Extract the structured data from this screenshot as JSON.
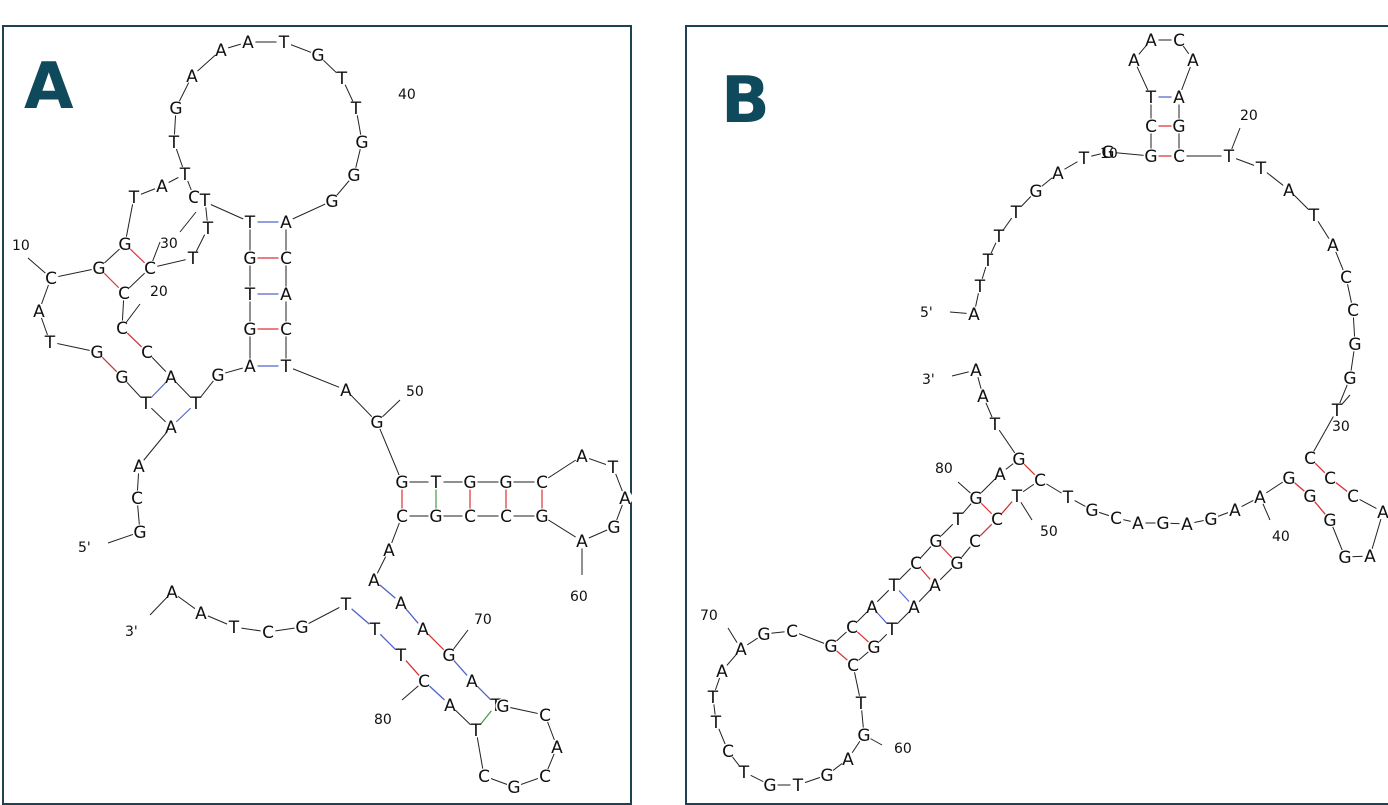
{
  "panels": [
    {
      "id": "A",
      "label": "A",
      "numbers": [
        "10",
        "20",
        "30",
        "40",
        "50",
        "60",
        "70",
        "80"
      ],
      "ends": [
        "5'",
        "3'"
      ],
      "nucleotides": [
        [
          "A",
          221,
          50
        ],
        [
          "A",
          248,
          42
        ],
        [
          "T",
          284,
          42
        ],
        [
          "G",
          318,
          55
        ],
        [
          "T",
          342,
          78
        ],
        [
          "T",
          356,
          108
        ],
        [
          "G",
          362,
          142
        ],
        [
          "G",
          354,
          175
        ],
        [
          "G",
          332,
          201
        ],
        [
          "A",
          192,
          76
        ],
        [
          "G",
          176,
          108
        ],
        [
          "T",
          174,
          142
        ],
        [
          "T",
          185,
          174
        ],
        [
          "A",
          162,
          186
        ],
        [
          "T",
          134,
          197
        ],
        [
          "C",
          194,
          197
        ],
        [
          "T",
          205,
          200
        ],
        [
          "T",
          208,
          228
        ],
        [
          "G",
          125,
          244
        ],
        [
          "C",
          51,
          278
        ],
        [
          "G",
          99,
          268
        ],
        [
          "C",
          150,
          268
        ],
        [
          "T",
          193,
          258
        ],
        [
          "C",
          124,
          293
        ],
        [
          "A",
          39,
          311
        ],
        [
          "C",
          122,
          328
        ],
        [
          "T",
          50,
          342
        ],
        [
          "G",
          97,
          352
        ],
        [
          "C",
          147,
          352
        ],
        [
          "G",
          122,
          377
        ],
        [
          "A",
          171,
          377
        ],
        [
          "T",
          146,
          403
        ],
        [
          "T",
          196,
          403
        ],
        [
          "A",
          171,
          427
        ],
        [
          "A",
          139,
          466
        ],
        [
          "C",
          137,
          498
        ],
        [
          "G",
          140,
          532
        ],
        [
          "T",
          250,
          222
        ],
        [
          "A",
          286,
          222
        ],
        [
          "G",
          250,
          258
        ],
        [
          "C",
          286,
          258
        ],
        [
          "T",
          250,
          294
        ],
        [
          "A",
          286,
          294
        ],
        [
          "G",
          250,
          329
        ],
        [
          "C",
          286,
          329
        ],
        [
          "G",
          218,
          375
        ],
        [
          "A",
          250,
          366
        ],
        [
          "T",
          286,
          366
        ],
        [
          "A",
          346,
          390
        ],
        [
          "G",
          377,
          422
        ],
        [
          "G",
          402,
          482
        ],
        [
          "T",
          436,
          482
        ],
        [
          "G",
          470,
          482
        ],
        [
          "G",
          506,
          482
        ],
        [
          "C",
          542,
          482
        ],
        [
          "A",
          582,
          456
        ],
        [
          "T",
          613,
          467
        ],
        [
          "A",
          625,
          498
        ],
        [
          "G",
          614,
          527
        ],
        [
          "A",
          582,
          541
        ],
        [
          "C",
          402,
          516
        ],
        [
          "G",
          436,
          516
        ],
        [
          "C",
          470,
          516
        ],
        [
          "C",
          506,
          516
        ],
        [
          "G",
          542,
          516
        ],
        [
          "A",
          389,
          550
        ],
        [
          "A",
          374,
          580
        ],
        [
          "A",
          401,
          603
        ],
        [
          "T",
          346,
          604
        ],
        [
          "T",
          375,
          629
        ],
        [
          "A",
          423,
          629
        ],
        [
          "T",
          401,
          655
        ],
        [
          "G",
          449,
          655
        ],
        [
          "C",
          424,
          681
        ],
        [
          "A",
          472,
          681
        ],
        [
          "A",
          450,
          705
        ],
        [
          "T",
          496,
          705
        ],
        [
          "T",
          476,
          730
        ],
        [
          "G",
          503,
          706
        ],
        [
          "C",
          545,
          715
        ],
        [
          "A",
          557,
          747
        ],
        [
          "C",
          545,
          776
        ],
        [
          "G",
          514,
          787
        ],
        [
          "C",
          484,
          776
        ],
        [
          "A",
          172,
          592
        ],
        [
          "A",
          201,
          613
        ],
        [
          "T",
          234,
          627
        ],
        [
          "C",
          268,
          632
        ],
        [
          "G",
          302,
          627
        ]
      ],
      "connectors": [
        [
          250,
          222,
          286,
          222,
          "#5566cc"
        ],
        [
          250,
          258,
          286,
          258,
          "#dd3333"
        ],
        [
          250,
          294,
          286,
          294,
          "#5566cc"
        ],
        [
          250,
          329,
          286,
          329,
          "#dd3333"
        ],
        [
          250,
          366,
          286,
          366,
          "#5566cc"
        ],
        [
          125,
          244,
          150,
          268,
          "#dd3333"
        ],
        [
          99,
          268,
          124,
          293,
          "#dd3333"
        ],
        [
          122,
          328,
          147,
          352,
          "#dd3333"
        ],
        [
          97,
          352,
          122,
          377,
          "#dd3333"
        ],
        [
          146,
          403,
          171,
          377,
          "#5566cc"
        ],
        [
          171,
          427,
          196,
          403,
          "#5566cc"
        ],
        [
          402,
          482,
          402,
          516,
          "#dd3333"
        ],
        [
          436,
          482,
          436,
          516,
          "#449944"
        ],
        [
          470,
          482,
          470,
          516,
          "#dd3333"
        ],
        [
          506,
          482,
          506,
          516,
          "#dd3333"
        ],
        [
          542,
          482,
          542,
          516,
          "#dd3333"
        ],
        [
          374,
          580,
          401,
          603,
          "#5566cc"
        ],
        [
          346,
          604,
          375,
          629,
          "#5566cc"
        ],
        [
          401,
          603,
          423,
          629,
          "#5566cc"
        ],
        [
          375,
          629,
          401,
          655,
          "#5566cc"
        ],
        [
          423,
          629,
          449,
          655,
          "#dd3333"
        ],
        [
          401,
          655,
          424,
          681,
          "#dd3333"
        ],
        [
          449,
          655,
          472,
          681,
          "#5566cc"
        ],
        [
          424,
          681,
          450,
          705,
          "#5566cc"
        ],
        [
          472,
          681,
          496,
          705,
          "#5566cc"
        ],
        [
          476,
          730,
          496,
          705,
          "#449944"
        ]
      ]
    },
    {
      "id": "B",
      "label": "B",
      "numbers": [
        "10",
        "20",
        "30",
        "40",
        "50",
        "60",
        "70",
        "80"
      ],
      "ends": [
        "5'",
        "3'"
      ],
      "nucleotides": [
        [
          "A",
          1151,
          40
        ],
        [
          "C",
          1179,
          40
        ],
        [
          "A",
          1134,
          60
        ],
        [
          "A",
          1193,
          60
        ],
        [
          "T",
          1151,
          97
        ],
        [
          "A",
          1179,
          97
        ],
        [
          "C",
          1151,
          126
        ],
        [
          "G",
          1179,
          126
        ],
        [
          "G",
          1108,
          152
        ],
        [
          "G",
          1151,
          156
        ],
        [
          "C",
          1179,
          156
        ],
        [
          "T",
          1229,
          156
        ],
        [
          "T",
          1261,
          168
        ],
        [
          "A",
          1289,
          190
        ],
        [
          "T",
          1314,
          215
        ],
        [
          "A",
          1333,
          245
        ],
        [
          "C",
          1346,
          277
        ],
        [
          "C",
          1353,
          310
        ],
        [
          "G",
          1355,
          344
        ],
        [
          "G",
          1350,
          378
        ],
        [
          "T",
          1337,
          410
        ],
        [
          "T",
          1084,
          158
        ],
        [
          "A",
          1058,
          173
        ],
        [
          "G",
          1036,
          191
        ],
        [
          "T",
          1016,
          212
        ],
        [
          "T",
          999,
          236
        ],
        [
          "T",
          988,
          260
        ],
        [
          "T",
          980,
          286
        ],
        [
          "A",
          974,
          314
        ],
        [
          "C",
          1310,
          458
        ],
        [
          "G",
          1289,
          478
        ],
        [
          "C",
          1330,
          478
        ],
        [
          "G",
          1310,
          496
        ],
        [
          "C",
          1353,
          496
        ],
        [
          "G",
          1330,
          520
        ],
        [
          "A",
          1383,
          512
        ],
        [
          "A",
          1370,
          556
        ],
        [
          "G",
          1345,
          557
        ],
        [
          "A",
          1260,
          497
        ],
        [
          "A",
          1235,
          510
        ],
        [
          "G",
          1211,
          519
        ],
        [
          "A",
          1187,
          524
        ],
        [
          "G",
          1163,
          523
        ],
        [
          "A",
          1138,
          523
        ],
        [
          "C",
          1116,
          518
        ],
        [
          "G",
          1092,
          510
        ],
        [
          "T",
          1068,
          497
        ],
        [
          "C",
          1040,
          480
        ],
        [
          "A",
          976,
          370
        ],
        [
          "A",
          983,
          396
        ],
        [
          "T",
          995,
          424
        ],
        [
          "G",
          1019,
          459
        ],
        [
          "A",
          1000,
          474
        ],
        [
          "T",
          1017,
          496
        ],
        [
          "G",
          976,
          498
        ],
        [
          "C",
          997,
          519
        ],
        [
          "T",
          958,
          519
        ],
        [
          "C",
          975,
          541
        ],
        [
          "G",
          936,
          541
        ],
        [
          "G",
          957,
          563
        ],
        [
          "C",
          916,
          563
        ],
        [
          "A",
          935,
          585
        ],
        [
          "T",
          894,
          585
        ],
        [
          "A",
          914,
          607
        ],
        [
          "A",
          872,
          607
        ],
        [
          "T",
          892,
          629
        ],
        [
          "C",
          852,
          627
        ],
        [
          "G",
          874,
          647
        ],
        [
          "G",
          831,
          646
        ],
        [
          "C",
          853,
          665
        ],
        [
          "C",
          792,
          631
        ],
        [
          "G",
          764,
          634
        ],
        [
          "A",
          741,
          649
        ],
        [
          "A",
          722,
          671
        ],
        [
          "T",
          713,
          697
        ],
        [
          "T",
          716,
          722
        ],
        [
          "C",
          728,
          751
        ],
        [
          "T",
          744,
          772
        ],
        [
          "G",
          770,
          785
        ],
        [
          "T",
          798,
          785
        ],
        [
          "G",
          827,
          775
        ],
        [
          "A",
          848,
          759
        ],
        [
          "G",
          864,
          735
        ],
        [
          "T",
          861,
          703
        ]
      ],
      "connectors": [
        [
          1151,
          126,
          1179,
          126,
          "#dd3333"
        ],
        [
          1151,
          156,
          1179,
          156,
          "#dd3333"
        ],
        [
          1151,
          97,
          1179,
          97,
          "#5566cc"
        ],
        [
          1310,
          458,
          1330,
          478,
          "#dd3333"
        ],
        [
          1289,
          478,
          1310,
          496,
          "#dd3333"
        ],
        [
          1330,
          478,
          1353,
          496,
          "#dd3333"
        ],
        [
          1310,
          496,
          1330,
          520,
          "#dd3333"
        ],
        [
          1019,
          459,
          1040,
          480,
          "#dd3333"
        ],
        [
          997,
          519,
          1017,
          496,
          "#dd3333"
        ],
        [
          976,
          498,
          997,
          519,
          "#dd3333"
        ],
        [
          975,
          541,
          997,
          519,
          "#dd3333"
        ],
        [
          936,
          541,
          957,
          563,
          "#dd3333"
        ],
        [
          916,
          563,
          935,
          585,
          "#dd3333"
        ],
        [
          894,
          585,
          914,
          607,
          "#5566cc"
        ],
        [
          872,
          607,
          892,
          629,
          "#5566cc"
        ],
        [
          852,
          627,
          874,
          647,
          "#dd3333"
        ],
        [
          831,
          646,
          853,
          665,
          "#dd3333"
        ]
      ]
    }
  ]
}
